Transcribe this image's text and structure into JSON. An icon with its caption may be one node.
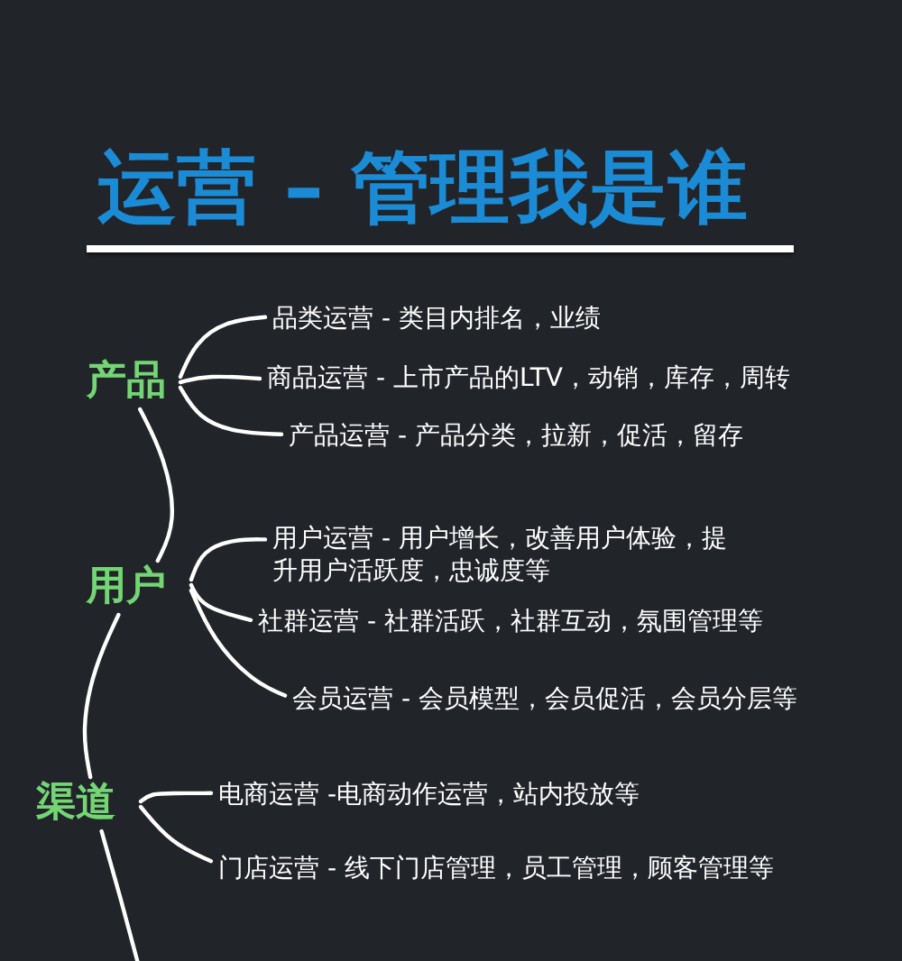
{
  "diagram": {
    "title": "运营 – 管理我是谁",
    "nodes": [
      {
        "text": [
          "产品"
        ]
      },
      {
        "text": [
          "品类运营 - 类目内排名，业绩"
        ]
      },
      {
        "text": [
          "商品运营 - 上市产品的LTV，动销，库存，周转"
        ]
      },
      {
        "text": [
          "产品运营 - 产品分类，拉新，促活，留存"
        ]
      },
      {
        "text": [
          "用户"
        ]
      },
      {
        "text": [
          "用户运营 - 用户增长，改善用户体验，提升用户活跃度，忠诚度等"
        ]
      },
      {
        "text": [
          "社群运营 - 社群活跃，社群互动，氛围管理等"
        ]
      },
      {
        "text": [
          "会员运营 - 会员模型，会员促活，会员分层等"
        ]
      },
      {
        "text": [
          "渠道"
        ]
      },
      {
        "text": [
          "电商运营 -电商动作运营，站内投放等"
        ]
      },
      {
        "text": [
          "门店运营 - 线下门店管理，员工管理，顾客管理等"
        ]
      }
    ],
    "edges": [
      {
        "from": 0,
        "to": 1,
        "arrow": "none"
      },
      {
        "from": 0,
        "to": 2,
        "arrow": "none"
      },
      {
        "from": 0,
        "to": 3,
        "arrow": "none"
      },
      {
        "from": 0,
        "to": 4,
        "arrow": "none"
      },
      {
        "from": 4,
        "to": 5,
        "arrow": "none"
      },
      {
        "from": 4,
        "to": 6,
        "arrow": "none"
      },
      {
        "from": 4,
        "to": 7,
        "arrow": "none"
      },
      {
        "from": 4,
        "to": 8,
        "arrow": "none"
      },
      {
        "from": 8,
        "to": 9,
        "arrow": "none"
      },
      {
        "from": 8,
        "to": 10,
        "arrow": "none"
      },
      {
        "from": 8,
        "to": null,
        "arrow": "none"
      }
    ]
  }
}
